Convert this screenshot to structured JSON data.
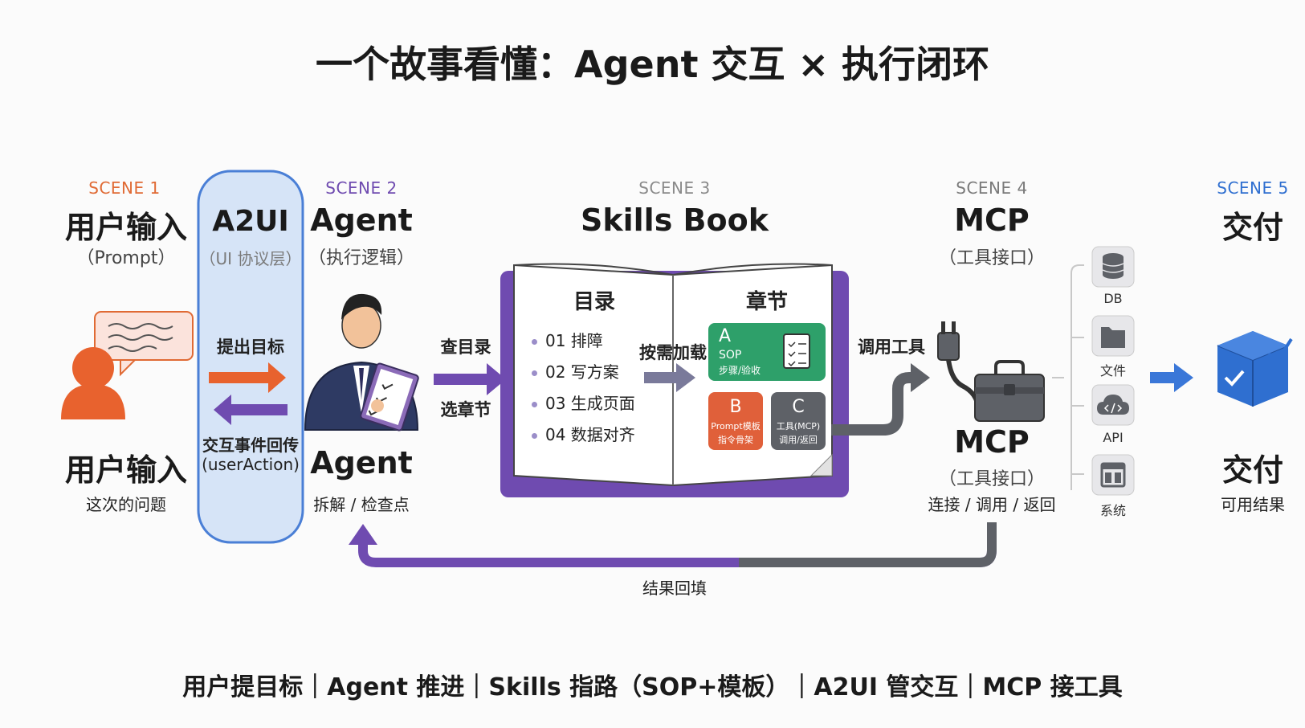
{
  "title": "一个故事看懂：Agent 交互 × 执行闭环",
  "colors": {
    "scene1": "#e06a34",
    "scene2": "#6f4bb0",
    "scene3": "#8a8a8a",
    "scene4": "#7a7a7a",
    "scene5": "#2f6fd0",
    "a2ui_bg": "#d6e4f7",
    "a2ui_border": "#4a7fd6",
    "purple": "#6f4bb0",
    "orange": "#e0603a",
    "green": "#2ea06a",
    "gray_dark": "#5e6167",
    "blue": "#3a77d8"
  },
  "scene1": {
    "label": "SCENE 1",
    "title": "用户输入",
    "subtitle": "（Prompt）",
    "bottom_title": "用户输入",
    "bottom_sub": "这次的问题"
  },
  "a2ui": {
    "title": "A2UI",
    "subtitle": "（UI 协议层）",
    "top_arrow": "提出目标",
    "bottom_arrow_l1": "交互事件回传",
    "bottom_arrow_l2": "(userAction)"
  },
  "scene2": {
    "label": "SCENE 2",
    "title": "Agent",
    "subtitle": "（执行逻辑）",
    "bottom_title": "Agent",
    "bottom_sub": "拆解 / 检查点"
  },
  "arrow_agent_book": {
    "top": "查目录",
    "bottom": "选章节"
  },
  "scene3": {
    "label": "SCENE 3",
    "title": "Skills Book",
    "toc_heading": "目录",
    "toc_items": [
      "01 排障",
      "02 写方案",
      "03 生成页面",
      "04 数据对齐"
    ],
    "load_label": "按需加载",
    "chapter_heading": "章节",
    "chapters": {
      "a": {
        "letter": "A",
        "name": "SOP",
        "desc": "步骤/验收"
      },
      "b": {
        "letter": "B",
        "name": "Prompt模板",
        "desc": "指令骨架"
      },
      "c": {
        "letter": "C",
        "name": "工具(MCP)",
        "desc": "调用/返回"
      }
    }
  },
  "arrow_book_mcp": {
    "label": "调用工具"
  },
  "scene4": {
    "label": "SCENE 4",
    "title": "MCP",
    "subtitle": "（工具接口）",
    "bottom_title": "MCP",
    "bottom_sub1": "（工具接口）",
    "bottom_sub2": "连接 / 调用 / 返回"
  },
  "systems": [
    {
      "icon": "database-icon",
      "label": "DB"
    },
    {
      "icon": "folder-icon",
      "label": "文件"
    },
    {
      "icon": "cloud-code-icon",
      "label": "API"
    },
    {
      "icon": "window-icon",
      "label": "系统"
    }
  ],
  "scene5": {
    "label": "SCENE 5",
    "title": "交付",
    "bottom_title": "交付",
    "bottom_sub": "可用结果"
  },
  "feedback_label": "结果回填",
  "footer": "用户提目标｜Agent 推进｜Skills 指路（SOP+模板）｜A2UI 管交互｜MCP 接工具"
}
